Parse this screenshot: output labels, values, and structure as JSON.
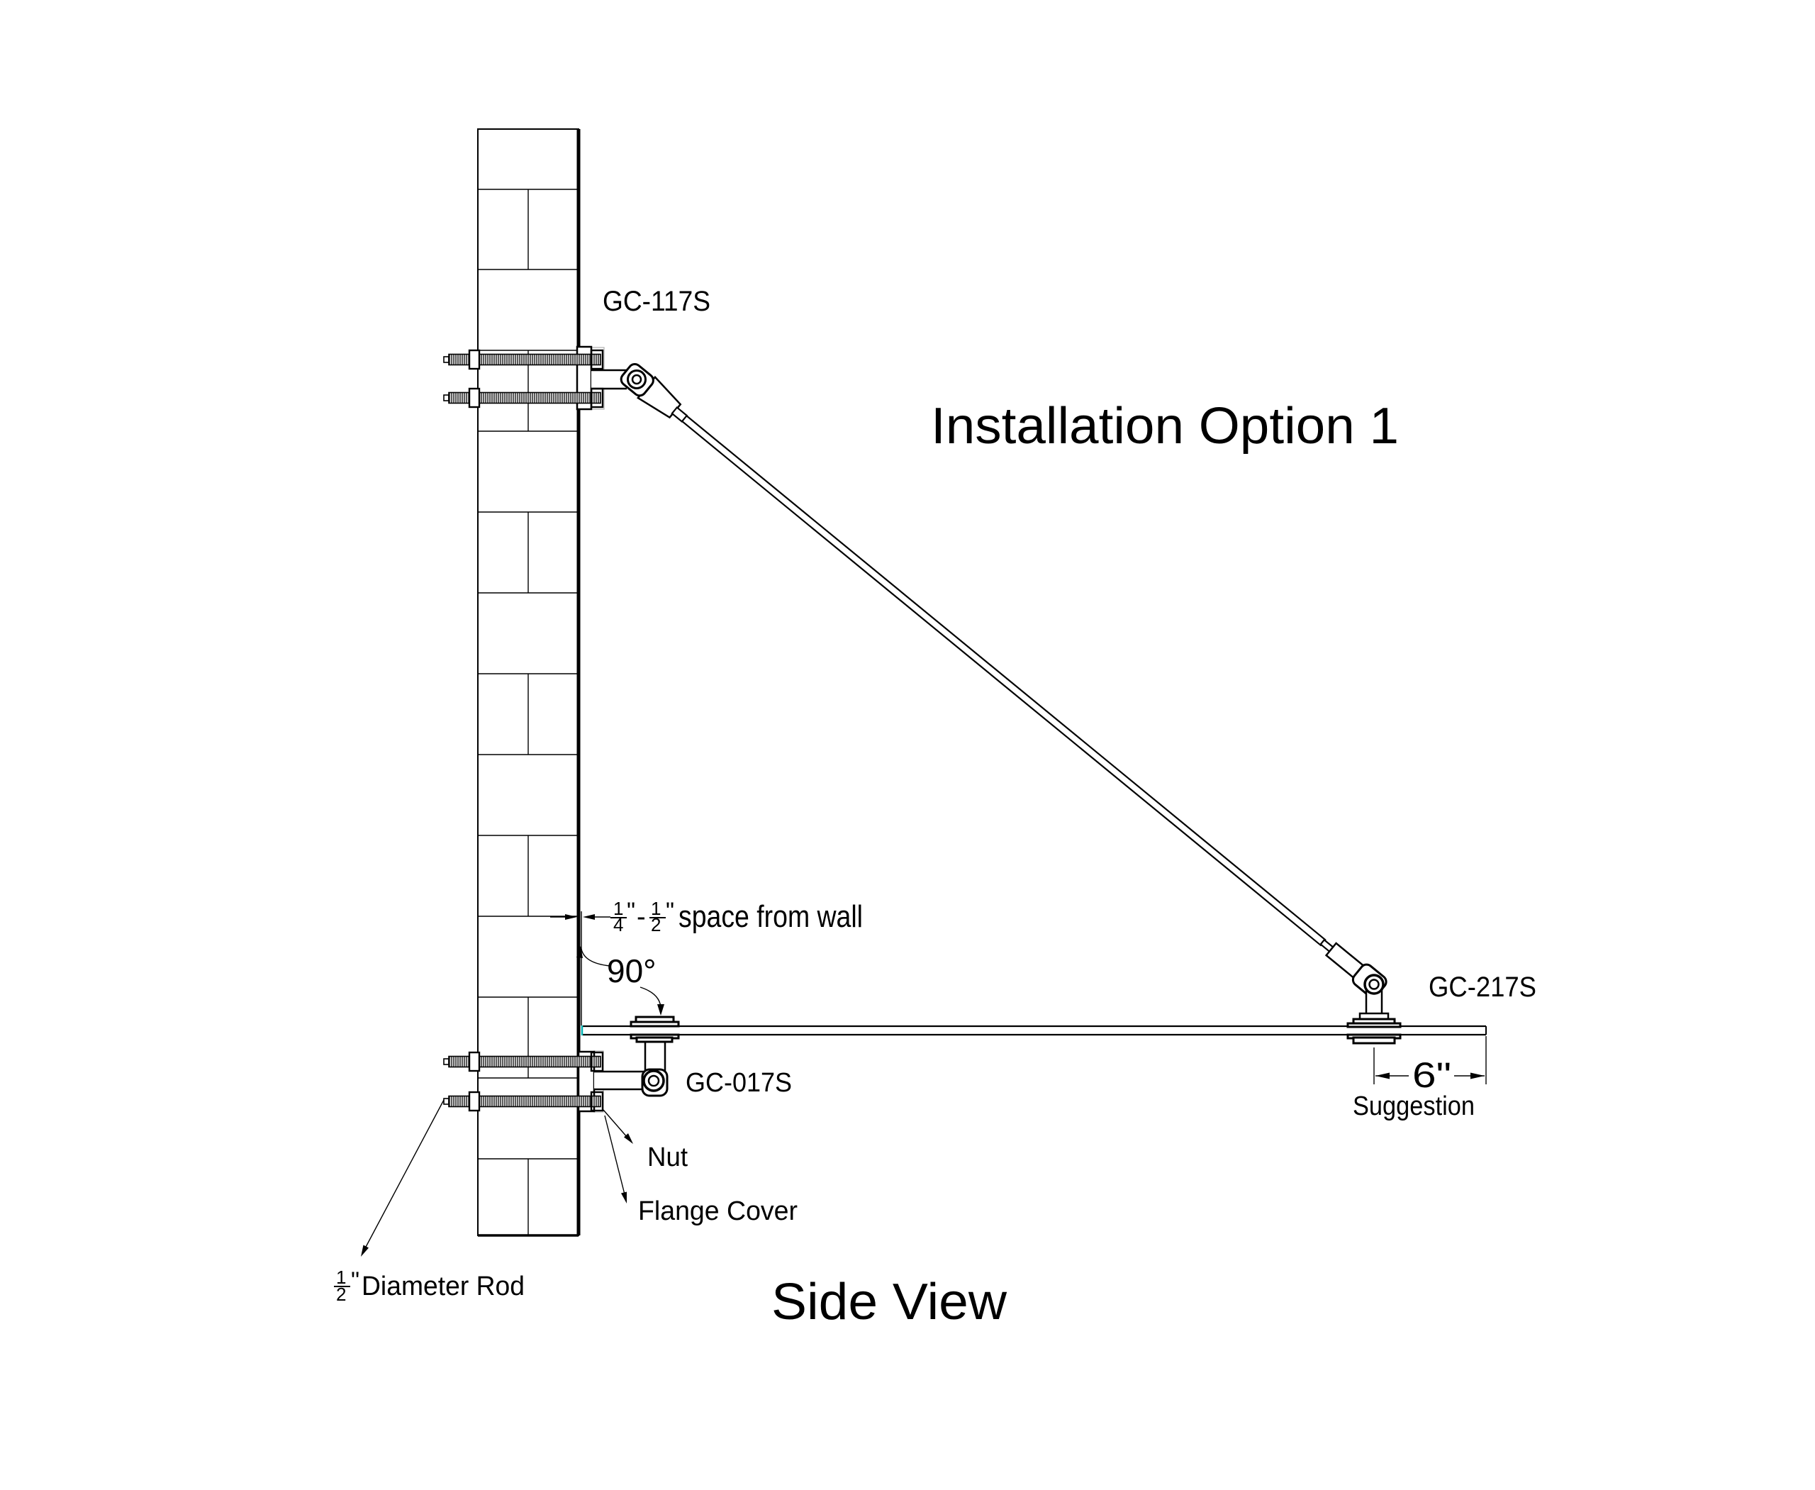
{
  "title": "Installation Option 1",
  "view_label": "Side View",
  "colors": {
    "line": "#000000",
    "glass_edge": "#00b2b2",
    "ghost_outline": "#b5b5b5"
  },
  "labels": {
    "upper_bracket": "GC-117S",
    "lower_bracket": "GC-017S",
    "end_fitting": "GC-217S",
    "nut": "Nut",
    "flange_cover": "Flange Cover",
    "angle": "90°",
    "dimension_6in": "6\"",
    "suggestion": "Suggestion",
    "space_from_wall": {
      "frac1_num": "1",
      "frac1_den": "4",
      "inch1": "\"",
      "dash": "-",
      "frac2_num": "1",
      "frac2_den": "2",
      "inch2": "\"",
      "text": "space from wall"
    },
    "diameter_rod": {
      "num": "1",
      "den": "2",
      "inch": "\"",
      "text": "Diameter Rod"
    }
  }
}
